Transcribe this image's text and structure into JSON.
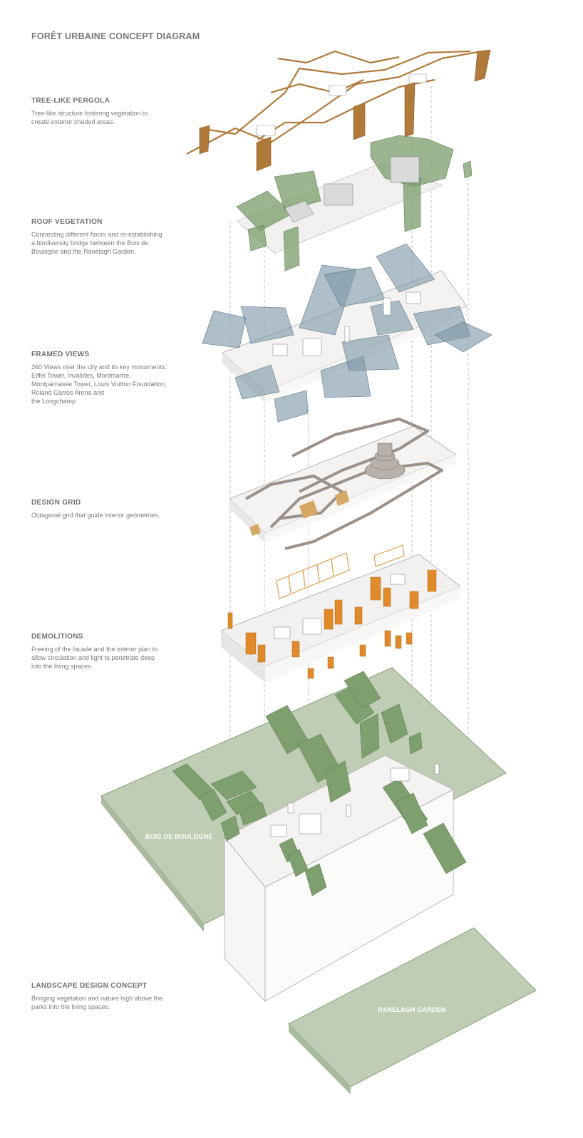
{
  "title": "FORÊT URBAINE CONCEPT DIAGRAM",
  "layers": [
    {
      "id": "pergola",
      "title": "TREE-LIKE PERGOLA",
      "description": "Tree-like structure fostering vegetation to\ncreate exterior shaded areas."
    },
    {
      "id": "roof",
      "title": "ROOF VEGETATION",
      "description": "Connecting different floors and re-establishing\na biodiversity bridge between the Bois de\nBoulogne and the Ranelagh Garden."
    },
    {
      "id": "views",
      "title": "FRAMED VIEWS",
      "description": "360 Views over the city and its key monuments:\nEiffel Tower, Invalides, Montmartre,\nMontparnasse Tower, Louis Vuitton Foundation,\nRoland Garros Arena and\nthe Longchamp."
    },
    {
      "id": "grid",
      "title": "DESIGN GRID",
      "description": "Octagonal grid that guide interior geometries."
    },
    {
      "id": "demolitions",
      "title": "DEMOLITIONS",
      "description": "Freeing of the facade and the interior plan to\nallow circulation and light to penetrate deep\ninto the living spaces."
    },
    {
      "id": "landscape",
      "title": "LANDSCAPE DESIGN CONCEPT",
      "description": "Bringing vegetation and nature high above the\nparks into the living spaces."
    }
  ],
  "labels": {
    "bois": "BOIS DE BOULOGNE",
    "ranelagh": "RANELAGH GARDEN"
  },
  "colors": {
    "wood": "#b07a3a",
    "vegetation": "#7ea06f",
    "glass": "#7e97a8",
    "demolition": "#e08a2a",
    "park": "#bfcdb4",
    "line": "#c9c9c9"
  }
}
